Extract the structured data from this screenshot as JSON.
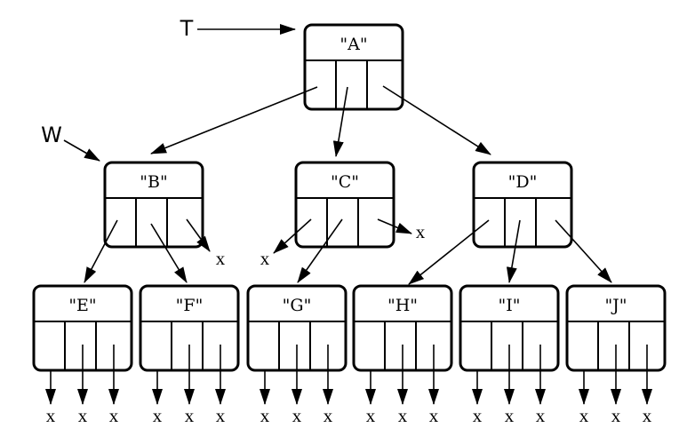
{
  "diagram": {
    "pointers": [
      {
        "label": "T",
        "target": "A"
      },
      {
        "label": "W",
        "target": "B"
      }
    ],
    "null_symbol": "x",
    "nodes": [
      {
        "id": "A",
        "label": "\"A\"",
        "children": [
          "B",
          "C",
          "D"
        ]
      },
      {
        "id": "B",
        "label": "\"B\"",
        "children": [
          "E",
          "F",
          null
        ]
      },
      {
        "id": "C",
        "label": "\"C\"",
        "children": [
          null,
          "G",
          null
        ]
      },
      {
        "id": "D",
        "label": "\"D\"",
        "children": [
          "H",
          "I",
          "J"
        ]
      },
      {
        "id": "E",
        "label": "\"E\"",
        "children": [
          null,
          null,
          null
        ]
      },
      {
        "id": "F",
        "label": "\"F\"",
        "children": [
          null,
          null,
          null
        ]
      },
      {
        "id": "G",
        "label": "\"G\"",
        "children": [
          null,
          null,
          null
        ]
      },
      {
        "id": "H",
        "label": "\"H\"",
        "children": [
          null,
          null,
          null
        ]
      },
      {
        "id": "I",
        "label": "\"I\"",
        "children": [
          null,
          null,
          null
        ]
      },
      {
        "id": "J",
        "label": "\"J\"",
        "children": [
          null,
          null,
          null
        ]
      }
    ],
    "colors": {
      "stroke": "#000000",
      "background": "#ffffff"
    }
  }
}
